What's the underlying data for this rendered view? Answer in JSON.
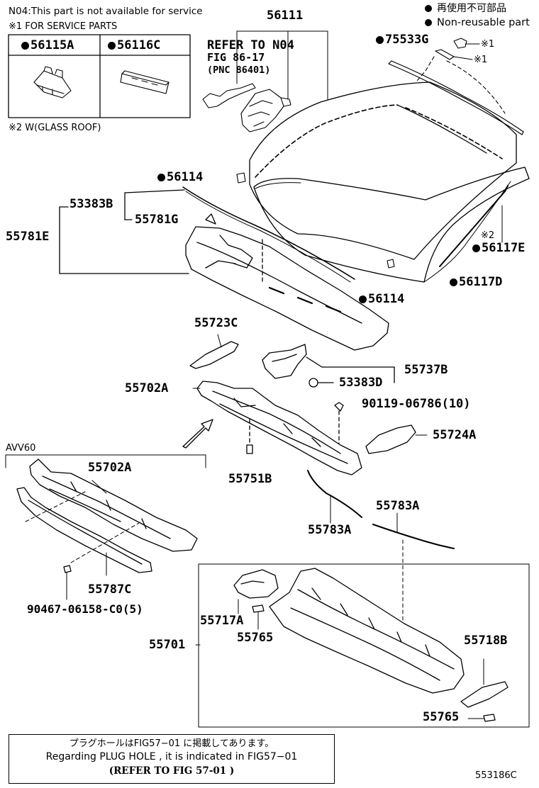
{
  "header": {
    "n04_note": "N04:This part is not available for service",
    "service_parts_note": "※1 FOR SERVICE PARTS",
    "w_glass_roof_note": "※2 W(GLASS ROOF)"
  },
  "legend": {
    "jp": "再使用不可部品",
    "en": "Non-reusable part"
  },
  "service_table": {
    "col1": "56115A",
    "col2": "56116C"
  },
  "refer": {
    "line1": "REFER TO N04",
    "line2": "FIG 86-17",
    "line3": "(PNC 86401)"
  },
  "labels": {
    "p56111": "56111",
    "p75533G": "75533G",
    "m1a": "※1",
    "m1b": "※1",
    "p56114a": "56114",
    "p53383B": "53383B",
    "p55781G": "55781G",
    "p55781E": "55781E",
    "m2": "※2",
    "p56117E": "56117E",
    "p56117D": "56117D",
    "p56114b": "56114",
    "p55723C": "55723C",
    "p55737B": "55737B",
    "p53383D": "53383D",
    "p55702A": "55702A",
    "p90119": "90119-06786(10)",
    "p55724A": "55724A",
    "avv60": "AVV60",
    "p55702A2": "55702A",
    "p55751B": "55751B",
    "p55783A_a": "55783A",
    "p55783A_b": "55783A",
    "p55787C": "55787C",
    "p90467": "90467-06158-C0(5)",
    "p55717A": "55717A",
    "p55765a": "55765",
    "p55701": "55701",
    "p55718B": "55718B",
    "p55765b": "55765"
  },
  "bottom_note": {
    "jp": "プラグホールはFIG57−01 に掲載してあります。",
    "en": "Regarding PLUG HOLE , it is indicated in FIG57−01",
    "refer": "(REFER TO FIG  57-01 )"
  },
  "figure_id": "553186C"
}
